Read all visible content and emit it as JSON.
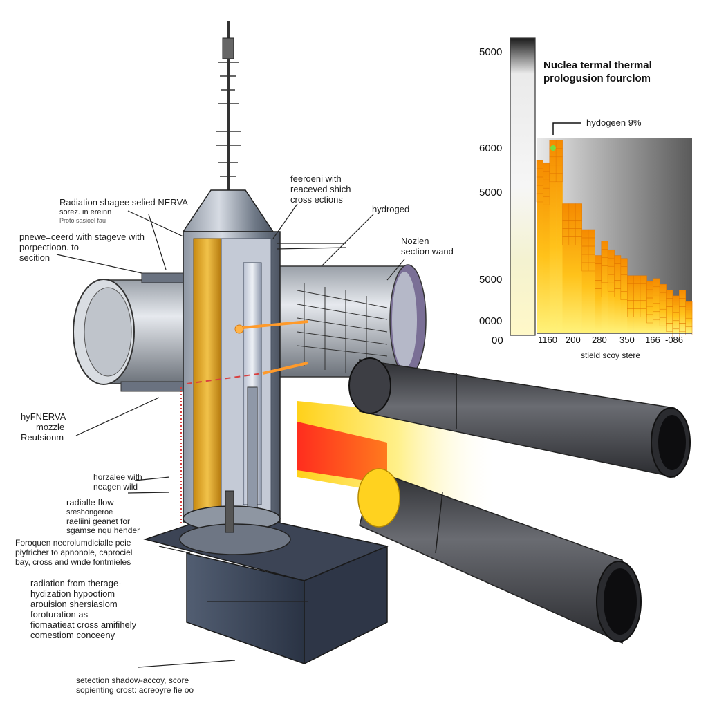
{
  "labels": {
    "radiation_shield": [
      "Radiation shagee selied NERVA",
      "sorez. in ereinn",
      "Proto sasioel fau"
    ],
    "pressure_vessel": [
      "pnewe=ceerd with stageve with",
      "porpectioon. to",
      "secition"
    ],
    "cross_sections": [
      "feeroeni with",
      "reaceved shich",
      "cross ections"
    ],
    "hydrogen_top": "hydroged",
    "nozzle_section": [
      "Nozlen",
      "section wand"
    ],
    "nerva_nozzle": [
      "hyFNERVA",
      "mozzle",
      "Reutsionm"
    ],
    "nozzle_hydrogen": [
      "horzalee with",
      "neagen wild"
    ],
    "radial_flow": [
      "radialle flow",
      "sreshongeroe",
      "raeliini geanet for",
      "sgamse nqu hender"
    ],
    "hydrogen_desc": [
      "Foroquen neerolumdicialle peie",
      "piyfricher to apnonole, caprociel",
      "bay, cross and wnde fontmieles"
    ],
    "radiation_block": [
      "radiation from therage-",
      "hydization hypootiom",
      "arouision shersiasiom",
      "foroturation as",
      "fiomaatieat cross amifihely",
      "comestiom conceeny"
    ],
    "bottom_note": [
      "setection shadow-accoy, score",
      "sopienting crost: acreoyre fie oo"
    ]
  },
  "chart_data": {
    "type": "heatmap",
    "title": [
      "Nuclea termal thermal",
      "prologusion fourclom"
    ],
    "annotation": "hydogeen 9%",
    "xlabel": "stield scoy stere",
    "x_ticks": [
      "00",
      "1160",
      "200",
      "280",
      "350",
      "166",
      "-086"
    ],
    "y_ticks": [
      "5000",
      "6000",
      "5000",
      "5000",
      "0000"
    ],
    "column_heights": [
      0.6,
      0.59,
      0.67,
      0.67,
      0.45,
      0.45,
      0.45,
      0.36,
      0.36,
      0.27,
      0.32,
      0.29,
      0.27,
      0.26,
      0.2,
      0.2,
      0.2,
      0.18,
      0.19,
      0.17,
      0.15,
      0.13,
      0.15,
      0.11
    ]
  },
  "colors": {
    "heat_orange": "#f58a00",
    "heat_yellow": "#ffe63a",
    "steel": "#9aa3ad",
    "exhaust_red": "#ff2d1e",
    "pipe_dark": "#4a4c52"
  }
}
